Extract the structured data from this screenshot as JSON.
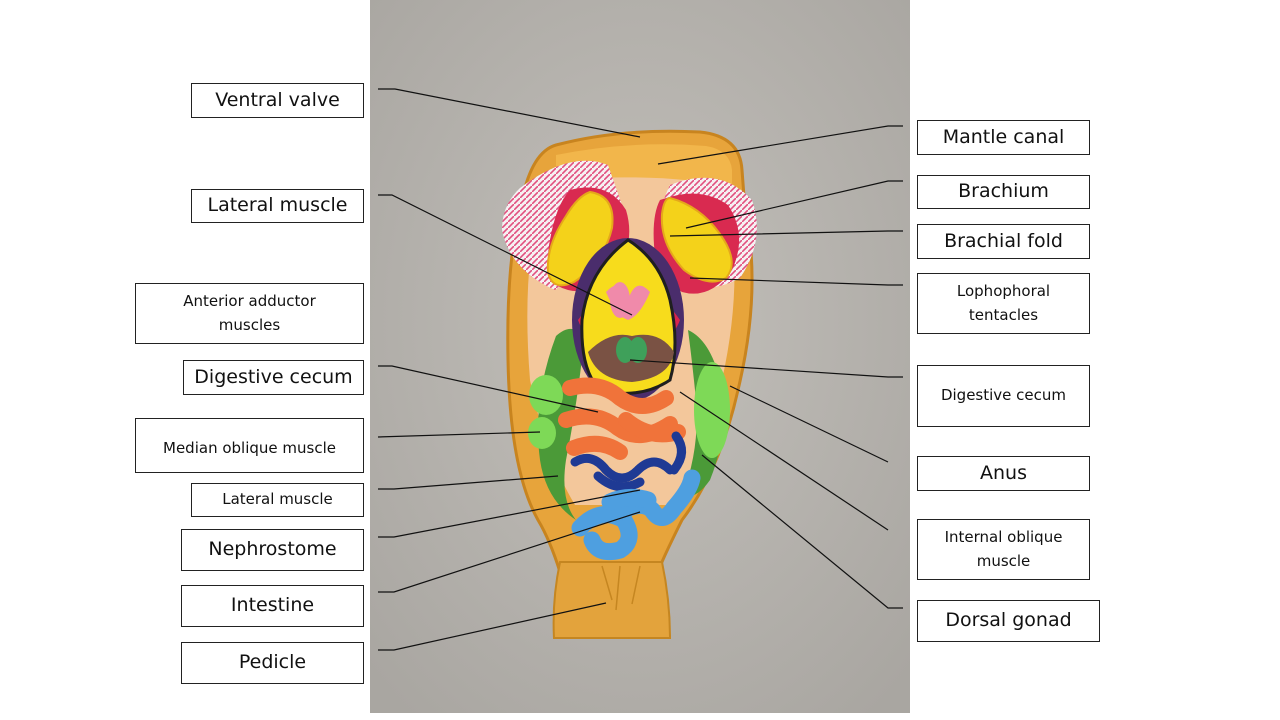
{
  "labels": {
    "ventral_valve": "Ventral valve",
    "lateral_muscle_top": "Lateral muscle",
    "anterior_adductor": "Anterior adductor muscles",
    "digestive_cecum_left": "Digestive cecum",
    "median_oblique": "Median oblique muscle",
    "lateral_muscle_bottom": "Lateral muscle",
    "nephrostome": "Nephrostome",
    "intestine": "Intestine",
    "pedicle": "Pedicle",
    "mantle_canal": "Mantle canal",
    "brachium": "Brachium",
    "brachial_fold": "Brachial fold",
    "lophophoral_tentacles": "Lophophoral tentacles",
    "digestive_cecum_right": "Digestive cecum",
    "anus": "Anus",
    "internal_oblique": "Internal oblique muscle",
    "dorsal_gonad": "Dorsal gonad"
  },
  "colors": {
    "background_photo": "#b9b6b1",
    "shell": "#e7a43b",
    "mantle": "#f0c08a",
    "brachium": "#f4d21a",
    "tentacles": "#e9859f",
    "gut": "#f0733a",
    "intestine": "#4e9fe0",
    "gonad": "#3e8a2f",
    "nephridia": "#1f3a94"
  }
}
